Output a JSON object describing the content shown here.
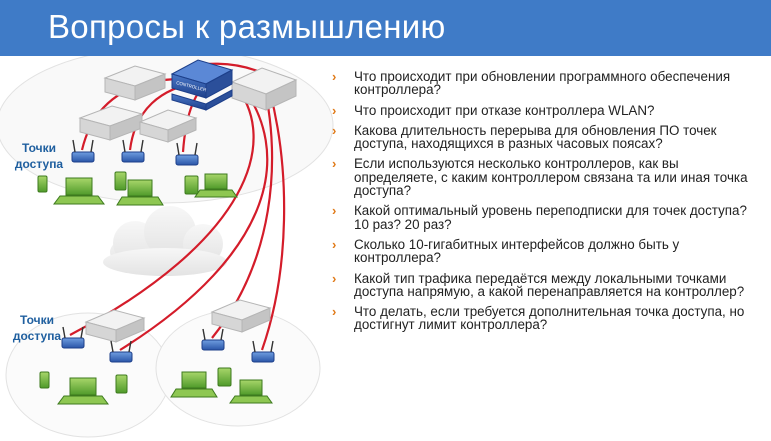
{
  "slide": {
    "title": "Вопросы к размышлению",
    "accent_color": "#3f7bc7",
    "bullet_color": "#e07a18",
    "link_color": "#d41c2a"
  },
  "diagram": {
    "controller_label": "CONTROLLER",
    "ap_label_top": "Точки\nдоступа",
    "ap_label_bottom": "Точки\nдоступа"
  },
  "questions": [
    "Что происходит при обновлении программного обеспечения контроллера?",
    "Что происходит при отказе контроллера WLAN?",
    "Какова длительность перерыва для обновления ПО точек доступа, находящихся в разных часовых поясах?",
    "Если используются несколько контроллеров, как вы определяете, с каким контроллером связана та или иная точка доступа?",
    "Какой оптимальный уровень переподписки для точек доступа? 10 раз? 20 раз?",
    "Сколько 10-гигабитных интерфейсов должно быть у контроллера?",
    "Какой тип трафика передаётся между локальными точками доступа напрямую, а какой перенаправляется на контроллер?",
    "Что делать, если требуется дополнительная точка доступа, но достигнут лимит контроллера?"
  ]
}
